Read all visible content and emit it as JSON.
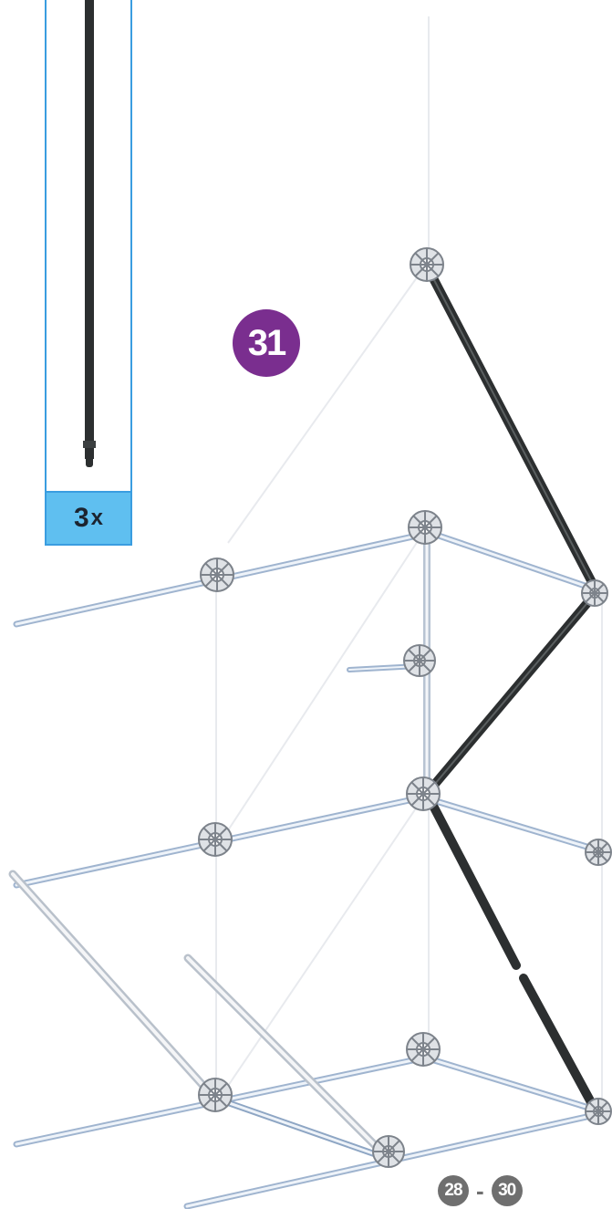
{
  "step": {
    "number": "31"
  },
  "parts": {
    "quantity": "3",
    "multiplier": "x"
  },
  "reference": {
    "from": "28",
    "separator": "-",
    "to": "30"
  },
  "colors": {
    "new_rod": "#2c2f30",
    "existing_rod": "#d9dde4",
    "connector": "#b8bcc4",
    "step_badge": "#7a2e8f",
    "parts_border": "#3a9de0",
    "parts_band": "#5fbff0"
  },
  "icons": [
    "connector-icon",
    "dark-rod-icon",
    "light-rod-icon"
  ]
}
